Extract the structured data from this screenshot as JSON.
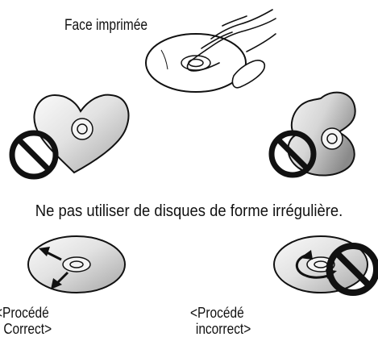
{
  "labels": {
    "face_label": "Face imprimée",
    "caption": "Ne pas utiliser de disques de forme irrégulière.",
    "correct": {
      "line1": "<Procédé",
      "line2": "Correct>"
    },
    "incorrect": {
      "line1": "<Procédé",
      "line2": "incorrect>"
    }
  },
  "colors": {
    "ink": "#111111",
    "disc_light": "#f2f2f2",
    "disc_mid": "#c8c8c8",
    "disc_dark": "#8e8e8e"
  },
  "icons": [
    "hand-icon",
    "prohibited-icon",
    "arrow-icon"
  ]
}
